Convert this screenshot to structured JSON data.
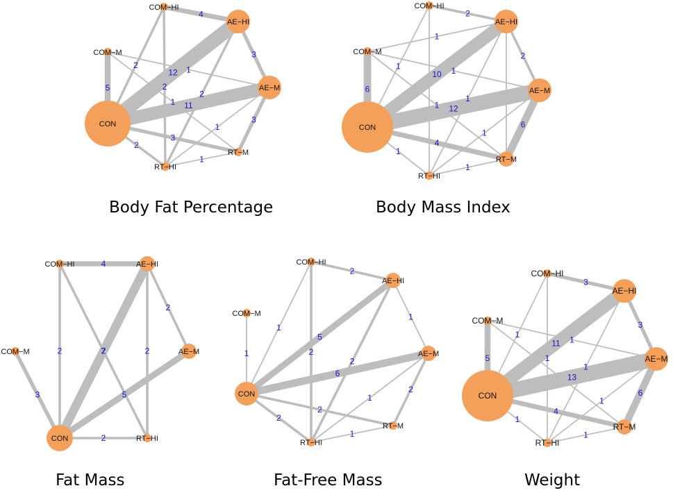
{
  "colors": {
    "node_fill": "#F5A05A",
    "edge": "#BDBDBD",
    "edge_label": "#1515CC",
    "node_label": "#111111"
  },
  "panels": [
    {
      "title": "Body Fat Percentage",
      "nodes": [
        {
          "id": "COM-HI",
          "label": "COM−HI",
          "size": 1
        },
        {
          "id": "AE-HI",
          "label": "AE−HI",
          "size": 3
        },
        {
          "id": "COM-M",
          "label": "COM−M",
          "size": 1
        },
        {
          "id": "AE-M",
          "label": "AE−M",
          "size": 3
        },
        {
          "id": "CON",
          "label": "CON",
          "size": 8
        },
        {
          "id": "RT-M",
          "label": "RT−M",
          "size": 1
        },
        {
          "id": "RT-HI",
          "label": "RT−HI",
          "size": 1
        }
      ],
      "edges": [
        {
          "a": "COM-HI",
          "b": "AE-HI",
          "w": 4,
          "label": "4"
        },
        {
          "a": "COM-HI",
          "b": "CON",
          "w": 2,
          "label": "2"
        },
        {
          "a": "COM-HI",
          "b": "RT-HI",
          "w": 2,
          "label": "2"
        },
        {
          "a": "CON",
          "b": "AE-HI",
          "w": 12,
          "label": "12"
        },
        {
          "a": "COM-M",
          "b": "CON",
          "w": 5,
          "label": "5"
        },
        {
          "a": "COM-M",
          "b": "AE-M",
          "w": 1,
          "label": "1"
        },
        {
          "a": "COM-M",
          "b": "RT-M",
          "w": 1,
          "label": "1"
        },
        {
          "a": "CON",
          "b": "AE-M",
          "w": 11,
          "label": "11"
        },
        {
          "a": "AE-HI",
          "b": "AE-M",
          "w": 3,
          "label": "3"
        },
        {
          "a": "AE-HI",
          "b": "RT-HI",
          "w": 2,
          "label": "2"
        },
        {
          "a": "AE-M",
          "b": "RT-M",
          "w": 3,
          "label": "3"
        },
        {
          "a": "AE-M",
          "b": "RT-HI",
          "w": 1,
          "label": "1"
        },
        {
          "a": "CON",
          "b": "RT-M",
          "w": 3,
          "label": "3"
        },
        {
          "a": "CON",
          "b": "RT-HI",
          "w": 2,
          "label": "2"
        },
        {
          "a": "RT-HI",
          "b": "RT-M",
          "w": 1,
          "label": "1"
        }
      ]
    },
    {
      "title": "Body Mass Index",
      "nodes": [
        {
          "id": "COM-HI",
          "label": "COM−HI",
          "size": 1
        },
        {
          "id": "AE-HI",
          "label": "AE−HI",
          "size": 3
        },
        {
          "id": "COM-M",
          "label": "COM−M",
          "size": 1
        },
        {
          "id": "AE-M",
          "label": "AE−M",
          "size": 3
        },
        {
          "id": "CON",
          "label": "CON",
          "size": 9
        },
        {
          "id": "RT-M",
          "label": "RT−M",
          "size": 2
        },
        {
          "id": "RT-HI",
          "label": "RT−HI",
          "size": 1
        }
      ],
      "edges": [
        {
          "a": "COM-HI",
          "b": "AE-HI",
          "w": 2,
          "label": "2"
        },
        {
          "a": "COM-HI",
          "b": "RT-HI",
          "w": 1,
          "label": ""
        },
        {
          "a": "COM-M",
          "b": "AE-HI",
          "w": 1,
          "label": "1"
        },
        {
          "a": "CON",
          "b": "AE-HI",
          "w": 10,
          "label": "10"
        },
        {
          "a": "COM-M",
          "b": "CON",
          "w": 6,
          "label": "6"
        },
        {
          "a": "COM-M",
          "b": "AE-M",
          "w": 1,
          "label": "1"
        },
        {
          "a": "COM-M",
          "b": "RT-M",
          "w": 1,
          "label": "1"
        },
        {
          "a": "COM-HI",
          "b": "CON",
          "w": 1,
          "label": "1"
        },
        {
          "a": "CON",
          "b": "AE-M",
          "w": 12,
          "label": "12"
        },
        {
          "a": "AE-HI",
          "b": "AE-M",
          "w": 2,
          "label": "2"
        },
        {
          "a": "AE-HI",
          "b": "RT-HI",
          "w": 1,
          "label": "1"
        },
        {
          "a": "AE-HI",
          "b": "RT-M",
          "w": 1,
          "label": ""
        },
        {
          "a": "AE-M",
          "b": "RT-M",
          "w": 6,
          "label": "6"
        },
        {
          "a": "AE-M",
          "b": "RT-HI",
          "w": 1,
          "label": "1"
        },
        {
          "a": "CON",
          "b": "RT-M",
          "w": 4,
          "label": "4"
        },
        {
          "a": "CON",
          "b": "RT-HI",
          "w": 1,
          "label": "1"
        },
        {
          "a": "RT-HI",
          "b": "RT-M",
          "w": 1,
          "label": "1"
        }
      ]
    },
    {
      "title": "Fat Mass",
      "nodes": [
        {
          "id": "COM-HI",
          "label": "COM−HI",
          "size": 1
        },
        {
          "id": "AE-HI",
          "label": "AE−HI",
          "size": 2
        },
        {
          "id": "COM-M",
          "label": "COM−M",
          "size": 1
        },
        {
          "id": "AE-M",
          "label": "AE−M",
          "size": 2
        },
        {
          "id": "CON",
          "label": "CON",
          "size": 4
        },
        {
          "id": "RT-HI",
          "label": "RT−HI",
          "size": 1
        }
      ],
      "edges": [
        {
          "a": "COM-HI",
          "b": "AE-HI",
          "w": 4,
          "label": "4"
        },
        {
          "a": "COM-HI",
          "b": "CON",
          "w": 2,
          "label": "2"
        },
        {
          "a": "COM-HI",
          "b": "RT-HI",
          "w": 2,
          "label": "2"
        },
        {
          "a": "CON",
          "b": "AE-HI",
          "w": 7,
          "label": "7"
        },
        {
          "a": "AE-HI",
          "b": "RT-HI",
          "w": 2,
          "label": "2"
        },
        {
          "a": "AE-HI",
          "b": "AE-M",
          "w": 2,
          "label": "2"
        },
        {
          "a": "CON",
          "b": "AE-M",
          "w": 5,
          "label": "5"
        },
        {
          "a": "COM-M",
          "b": "CON",
          "w": 3,
          "label": "3"
        },
        {
          "a": "CON",
          "b": "RT-HI",
          "w": 2,
          "label": "2"
        }
      ]
    },
    {
      "title": "Fat-Free Mass",
      "nodes": [
        {
          "id": "COM-HI",
          "label": "COM−HI",
          "size": 1
        },
        {
          "id": "AE-HI",
          "label": "AE−HI",
          "size": 2
        },
        {
          "id": "COM-M",
          "label": "COM−M",
          "size": 1
        },
        {
          "id": "AE-M",
          "label": "AE−M",
          "size": 2
        },
        {
          "id": "CON",
          "label": "CON",
          "size": 3
        },
        {
          "id": "RT-M",
          "label": "RT−M",
          "size": 1
        },
        {
          "id": "RT-HI",
          "label": "RT−HI",
          "size": 1
        }
      ],
      "edges": [
        {
          "a": "COM-HI",
          "b": "AE-HI",
          "w": 2,
          "label": "2"
        },
        {
          "a": "COM-HI",
          "b": "CON",
          "w": 1,
          "label": "1"
        },
        {
          "a": "COM-HI",
          "b": "RT-HI",
          "w": 2,
          "label": "2"
        },
        {
          "a": "COM-M",
          "b": "CON",
          "w": 1,
          "label": "1"
        },
        {
          "a": "CON",
          "b": "AE-HI",
          "w": 5,
          "label": "5"
        },
        {
          "a": "AE-HI",
          "b": "RT-HI",
          "w": 2,
          "label": "2"
        },
        {
          "a": "AE-HI",
          "b": "AE-M",
          "w": 1,
          "label": "1"
        },
        {
          "a": "CON",
          "b": "AE-M",
          "w": 6,
          "label": "6"
        },
        {
          "a": "AE-M",
          "b": "RT-M",
          "w": 2,
          "label": "2"
        },
        {
          "a": "AE-M",
          "b": "RT-HI",
          "w": 1,
          "label": "1"
        },
        {
          "a": "CON",
          "b": "RT-M",
          "w": 2,
          "label": "2"
        },
        {
          "a": "CON",
          "b": "RT-HI",
          "w": 2,
          "label": "2"
        },
        {
          "a": "RT-HI",
          "b": "RT-M",
          "w": 1,
          "label": "1"
        }
      ]
    },
    {
      "title": "Weight",
      "nodes": [
        {
          "id": "COM-HI",
          "label": "COM−HI",
          "size": 1
        },
        {
          "id": "AE-HI",
          "label": "AE−HI",
          "size": 3
        },
        {
          "id": "COM-M",
          "label": "COM−M",
          "size": 1
        },
        {
          "id": "AE-M",
          "label": "AE−M",
          "size": 3
        },
        {
          "id": "CON",
          "label": "CON",
          "size": 9
        },
        {
          "id": "RT-M",
          "label": "RT−M",
          "size": 2
        },
        {
          "id": "RT-HI",
          "label": "RT−HI",
          "size": 1
        }
      ],
      "edges": [
        {
          "a": "COM-HI",
          "b": "AE-HI",
          "w": 3,
          "label": "3"
        },
        {
          "a": "COM-HI",
          "b": "CON",
          "w": 1,
          "label": "1"
        },
        {
          "a": "COM-HI",
          "b": "RT-HI",
          "w": 1,
          "label": "1"
        },
        {
          "a": "COM-M",
          "b": "CON",
          "w": 5,
          "label": "5"
        },
        {
          "a": "COM-M",
          "b": "AE-M",
          "w": 1,
          "label": "1"
        },
        {
          "a": "COM-M",
          "b": "RT-M",
          "w": 1,
          "label": ""
        },
        {
          "a": "CON",
          "b": "AE-HI",
          "w": 11,
          "label": "11"
        },
        {
          "a": "AE-HI",
          "b": "RT-HI",
          "w": 1,
          "label": "1"
        },
        {
          "a": "AE-HI",
          "b": "AE-M",
          "w": 3,
          "label": "3"
        },
        {
          "a": "CON",
          "b": "AE-M",
          "w": 13,
          "label": "13"
        },
        {
          "a": "AE-M",
          "b": "RT-M",
          "w": 6,
          "label": "6"
        },
        {
          "a": "AE-M",
          "b": "RT-HI",
          "w": 1,
          "label": "1"
        },
        {
          "a": "CON",
          "b": "RT-M",
          "w": 4,
          "label": "4"
        },
        {
          "a": "CON",
          "b": "RT-HI",
          "w": 1,
          "label": "1"
        },
        {
          "a": "RT-HI",
          "b": "RT-M",
          "w": 1,
          "label": "1"
        }
      ]
    }
  ]
}
